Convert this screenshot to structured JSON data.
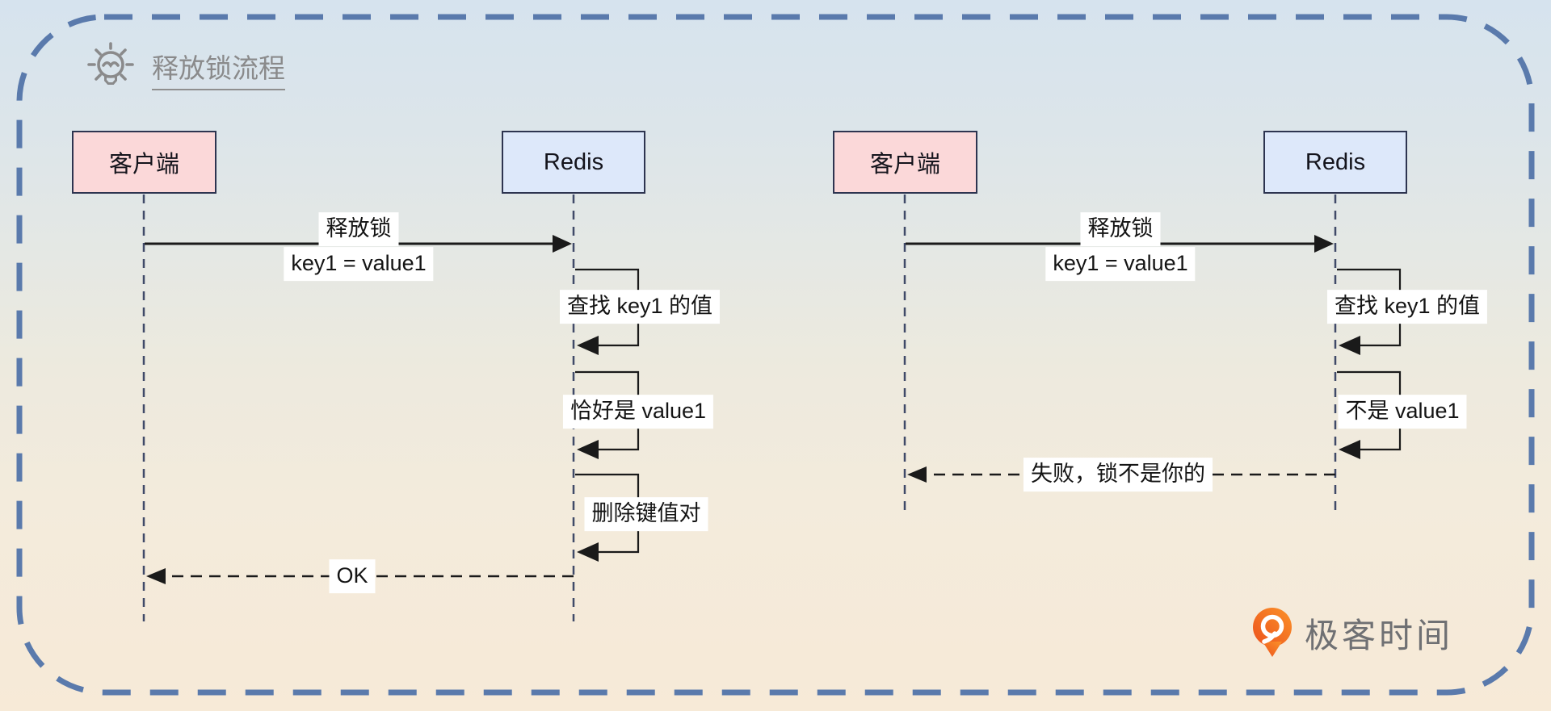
{
  "header": {
    "title": "释放锁流程"
  },
  "colors": {
    "border_blue": "#5a7aac",
    "client_box_fill": "#fbd8d9",
    "redis_box_fill": "#dde8fa",
    "box_border": "#2d3450",
    "title_gray": "#8a8a8b",
    "line_black": "#1a1a1a",
    "lifeline_navy": "#404a68",
    "logo_orange": "#f26a1d",
    "logo_text_gray": "#6f7073",
    "bg_top": "#d6e3ee",
    "bg_bottom": "#f7ead7"
  },
  "diagrams": [
    {
      "name": "release-lock-success",
      "actors": [
        {
          "label": "客户端"
        },
        {
          "label": "Redis"
        }
      ],
      "messages": [
        {
          "kind": "request",
          "label": "释放锁",
          "sublabel": "key1 = value1"
        },
        {
          "kind": "self",
          "label": "查找 key1 的值"
        },
        {
          "kind": "self",
          "label": "恰好是 value1"
        },
        {
          "kind": "self",
          "label": "删除键值对"
        },
        {
          "kind": "reply",
          "label": "OK"
        }
      ]
    },
    {
      "name": "release-lock-failure",
      "actors": [
        {
          "label": "客户端"
        },
        {
          "label": "Redis"
        }
      ],
      "messages": [
        {
          "kind": "request",
          "label": "释放锁",
          "sublabel": "key1 = value1"
        },
        {
          "kind": "self",
          "label": "查找 key1 的值"
        },
        {
          "kind": "self",
          "label": "不是 value1"
        },
        {
          "kind": "reply",
          "label": "失败，锁不是你的"
        }
      ]
    }
  ],
  "logo": {
    "text": "极客时间"
  }
}
